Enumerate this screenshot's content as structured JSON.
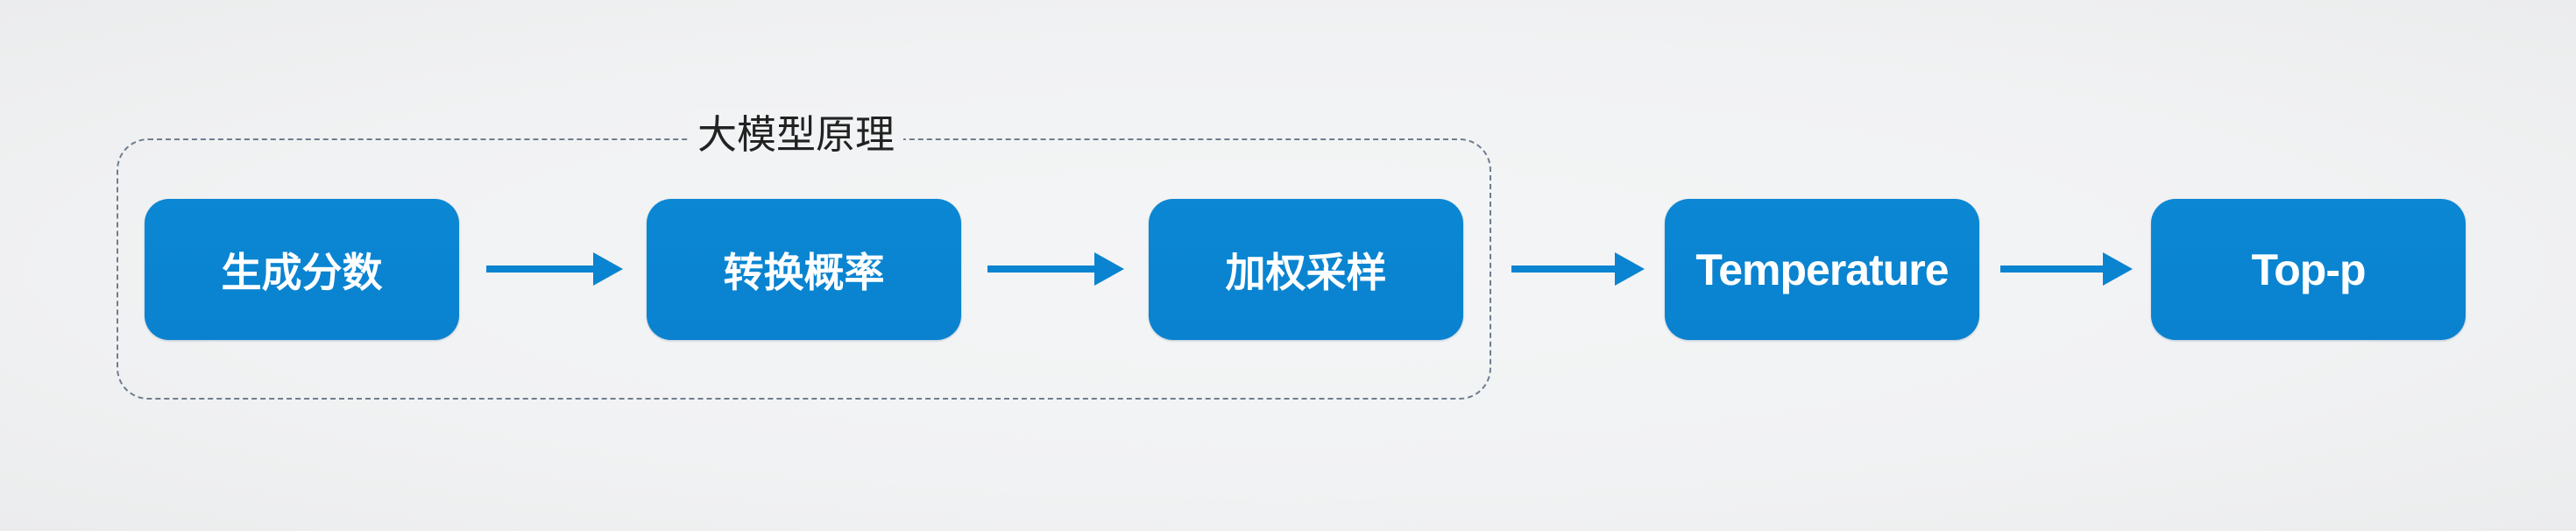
{
  "diagram": {
    "group": {
      "label": "大模型原理"
    },
    "nodes": [
      {
        "id": "generate-scores",
        "label": "生成分数"
      },
      {
        "id": "convert-probability",
        "label": "转换概率"
      },
      {
        "id": "weighted-sampling",
        "label": "加权采样"
      },
      {
        "id": "temperature",
        "label": "Temperature"
      },
      {
        "id": "top-p",
        "label": "Top-p"
      }
    ],
    "edges": [
      {
        "from": "生成分数",
        "to": "转换概率"
      },
      {
        "from": "转换概率",
        "to": "加权采样"
      },
      {
        "from": "加权采样",
        "to": "Temperature"
      },
      {
        "from": "Temperature",
        "to": "Top-p"
      }
    ],
    "colors": {
      "node_fill": "#0a84d0",
      "node_text": "#ffffff",
      "arrow": "#0a84d0",
      "group_border": "#6f7d8f",
      "label_text": "#222222",
      "background": "#f1f2f3"
    }
  }
}
